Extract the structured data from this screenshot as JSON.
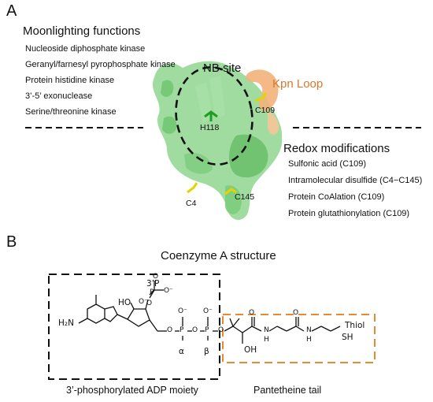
{
  "panel_a": {
    "letter": "A",
    "moonlighting": {
      "heading": "Moonlighting functions",
      "items": [
        "Nucleoside diphosphate kinase",
        "Geranyl/farnesyl pyrophosphate kinase",
        "Protein histidine kinase",
        "3’-5’ exonuclease",
        "Serine/threonine kinase"
      ]
    },
    "structure": {
      "nb_site": "NB site",
      "kpn_loop": "Kpn Loop",
      "residues": {
        "h118": "H118",
        "c109": "C109",
        "c4": "C4",
        "c145": "C145"
      }
    },
    "redox": {
      "heading": "Redox modifications",
      "items": [
        "Sulfonic acid (C109)",
        "Intramolecular disulfide (C4−C145)",
        "Protein CoAlation (C109)",
        "Protein glutathionylation (C109)"
      ]
    }
  },
  "panel_b": {
    "letter": "B",
    "title": "Coenzyme A structure",
    "adp_label": "3’-phosphorylated ADP moiety",
    "pantetheine_label": "Pantetheine tail",
    "atoms": {
      "nh2": "H₂N",
      "three_p": "3’P",
      "ho": "HO",
      "oh": "OH",
      "thiol": "Thiol",
      "sh": "SH",
      "alpha": "α",
      "beta": "β",
      "h": "H",
      "n": "N",
      "o": "O",
      "p": "P",
      "o_minus": "O⁻"
    }
  },
  "colors": {
    "protein_green": "#8fd68f",
    "protein_dark_green": "#5cb85c",
    "kpn_orange": "#f2b27a",
    "kpn_text": "#d9782a",
    "cysteine_yellow": "#e6d200",
    "histidine_green": "#1f9d1f",
    "pantetheine_box": "#e8892e"
  }
}
